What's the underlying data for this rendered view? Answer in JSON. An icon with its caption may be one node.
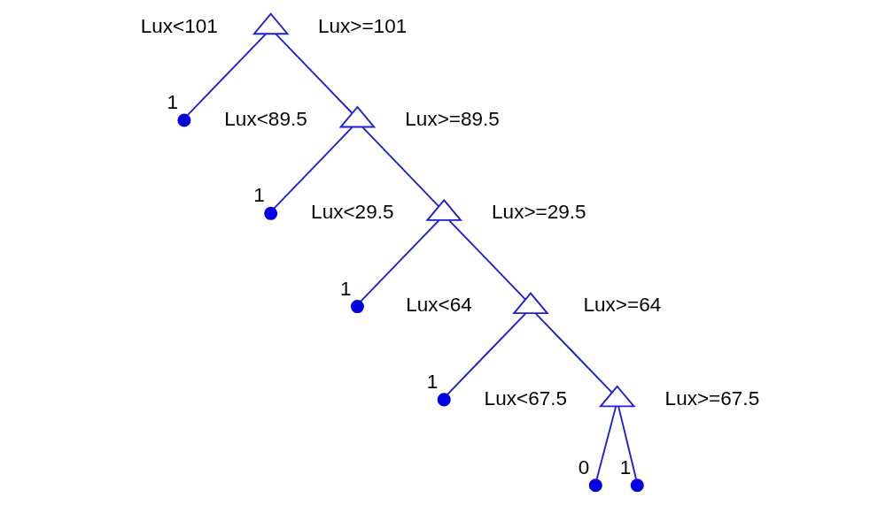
{
  "diagram": {
    "nodes": [
      {
        "text": [],
        "shape": "triangle",
        "beside": [
          "Lux<101",
          "Lux>=101"
        ]
      },
      {
        "text": [],
        "shape": "triangle",
        "beside": [
          "Lux<89.5",
          "Lux>=89.5"
        ]
      },
      {
        "text": [],
        "shape": "circle",
        "beside": [
          "1"
        ]
      },
      {
        "text": [],
        "shape": "triangle",
        "beside": [
          "Lux<29.5",
          "Lux>=29.5"
        ]
      },
      {
        "text": [],
        "shape": "circle",
        "beside": [
          "1"
        ]
      },
      {
        "text": [],
        "shape": "circle",
        "beside": [
          "1"
        ]
      },
      {
        "text": [],
        "shape": "triangle",
        "beside": [
          "Lux<64",
          "Lux>=64"
        ]
      },
      {
        "text": [],
        "shape": "circle",
        "beside": [
          "1"
        ]
      },
      {
        "text": [],
        "shape": "triangle",
        "beside": [
          "Lux<67.5",
          "Lux>=67.5"
        ]
      },
      {
        "text": [],
        "shape": "circle",
        "beside": [
          "0"
        ]
      },
      {
        "text": [],
        "shape": "circle",
        "beside": [
          "1"
        ]
      }
    ],
    "edges": [
      {
        "from": 0,
        "to": 1,
        "arrow": "none"
      },
      {
        "from": 0,
        "to": 2,
        "arrow": "none"
      },
      {
        "from": 1,
        "to": 3,
        "arrow": "none"
      },
      {
        "from": 1,
        "to": 4,
        "arrow": "none"
      },
      {
        "from": 3,
        "to": 5,
        "arrow": "none"
      },
      {
        "from": 3,
        "to": 6,
        "arrow": "none"
      },
      {
        "from": 6,
        "to": 7,
        "arrow": "none"
      },
      {
        "from": 6,
        "to": 8,
        "arrow": "none"
      },
      {
        "from": 8,
        "to": 9,
        "arrow": "none"
      },
      {
        "from": 8,
        "to": 10,
        "arrow": "none"
      }
    ]
  }
}
